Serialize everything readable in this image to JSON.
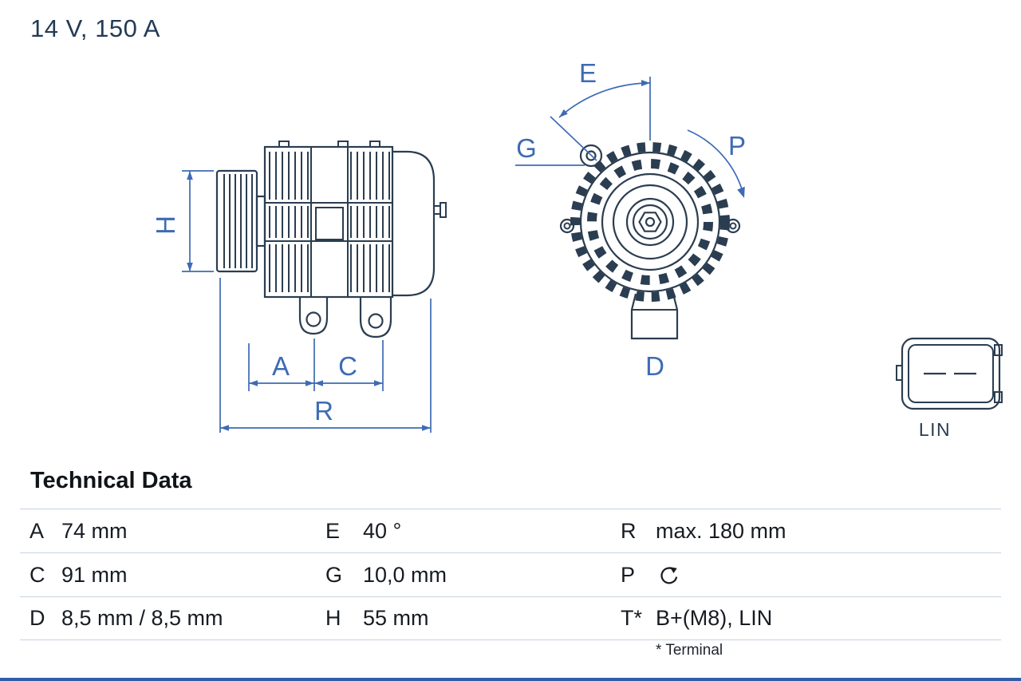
{
  "header": {
    "spec": "14 V, 150 A"
  },
  "diagram": {
    "side_view_labels": {
      "H": "H",
      "A": "A",
      "C": "C",
      "R": "R"
    },
    "front_view_labels": {
      "E": "E",
      "G": "G",
      "P": "P",
      "D": "D"
    },
    "connector": {
      "label": "LIN"
    }
  },
  "table": {
    "title": "Technical Data",
    "rows": [
      {
        "pairs": [
          {
            "k": "A",
            "v": "74 mm"
          },
          {
            "k": "E",
            "v": "40 °"
          },
          {
            "k": "R",
            "v": "max. 180 mm"
          }
        ]
      },
      {
        "pairs": [
          {
            "k": "C",
            "v": "91 mm"
          },
          {
            "k": "G",
            "v": "10,0 mm"
          },
          {
            "k": "P",
            "v": "",
            "icon": "rotation-direction-ccw"
          }
        ]
      },
      {
        "pairs": [
          {
            "k": "D",
            "v": "8,5 mm / 8,5 mm"
          },
          {
            "k": "H",
            "v": "55 mm"
          },
          {
            "k": "T*",
            "v": "B+(M8), LIN"
          }
        ]
      }
    ],
    "footnote": "* Terminal"
  },
  "colors": {
    "drawing-line": "#2b3d50",
    "dimension-blue": "#3e6bb4",
    "table-border": "#c6d2de",
    "text-dark": "#171c22",
    "header-navy": "#243b55",
    "bottom-bar": "#2f5da9"
  }
}
